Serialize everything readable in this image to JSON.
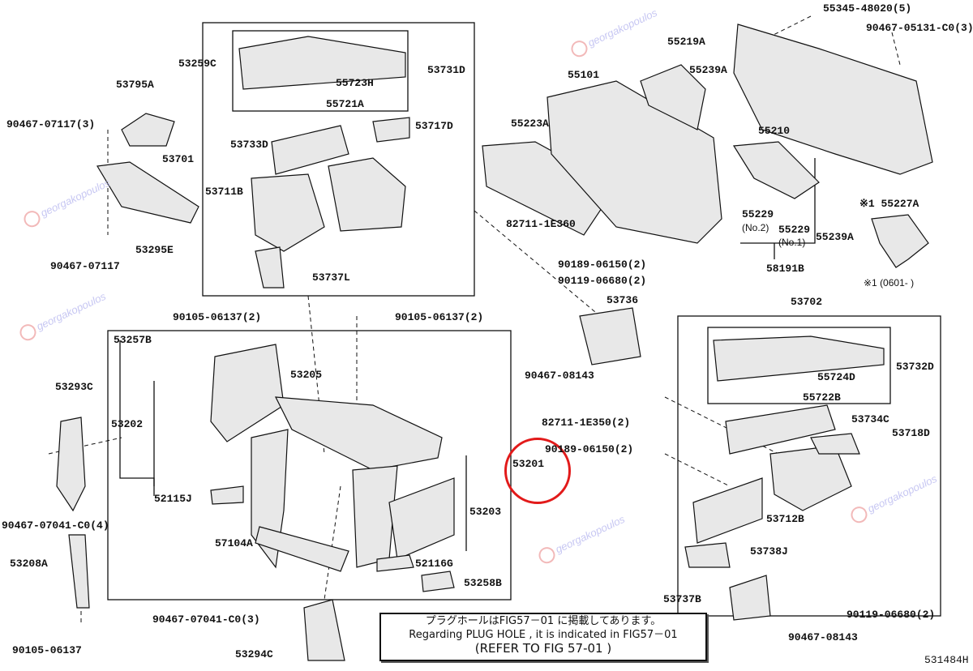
{
  "diagram_title": "531484H",
  "highlight_color": "#e21a1a",
  "watermark": "georgakopoulos",
  "labels": [
    "55345-48020(5)",
    "90467-05131-C0(3)",
    "55219A",
    "55239A",
    "55101",
    "55223A",
    "55210",
    "53259C",
    "53795A",
    "90467-07117(3)",
    "53701",
    "53731D",
    "55723H",
    "55721A",
    "53717D",
    "53733D",
    "53711B",
    "53737L",
    "53295E",
    "90467-07117",
    "82711-1E360",
    "90189-06150(2)",
    "90119-06680(2)",
    "53736",
    "55229",
    "55229",
    "55239A",
    "58191B",
    "※1 55227A",
    "※1 (0601-     )",
    "90105-06137(2)",
    "90105-06137(2)",
    "53702",
    "90467-08143",
    "53257B",
    "53205",
    "53293C",
    "53202",
    "53732D",
    "55724D",
    "55722B",
    "82711-1E350(2)",
    "53734C",
    "53718D",
    "90189-06150(2)",
    "53201",
    "53203",
    "52115J",
    "90467-07041-C0(4)",
    "53712B",
    "57104A",
    "53208A",
    "52116G",
    "53738J",
    "53258B",
    "53737B",
    "90119-06680(2)",
    "90467-07041-C0(3)",
    "90467-08143",
    "90105-06137",
    "53294C",
    "531484H"
  ],
  "sublabels": {
    "no2": "(No.2)",
    "no1": "(No.1)"
  },
  "note": {
    "line1": "プラグホールはFIG57－01 に掲載してあります。",
    "line2": "Regarding PLUG HOLE , it is indicated in FIG57－01",
    "line3": "(REFER TO FIG 57-01 )"
  }
}
